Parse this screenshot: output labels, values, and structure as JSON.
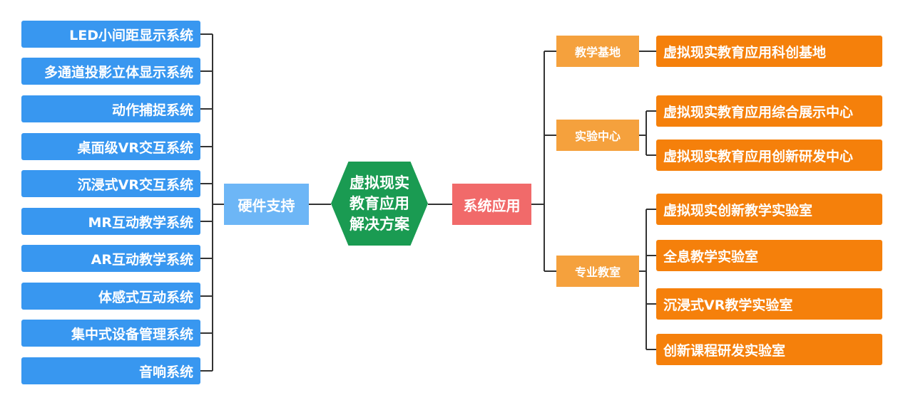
{
  "center": {
    "lines": [
      "虚拟现实",
      "教育应用",
      "解决方案"
    ]
  },
  "hardware": {
    "label": "硬件支持",
    "items": [
      "LED小间距显示系统",
      "多通道投影立体显示系统",
      "动作捕捉系统",
      "桌面级VR交互系统",
      "沉浸式VR交互系统",
      "MR互动教学系统",
      "AR互动教学系统",
      "体感式互动系统",
      "集中式设备管理系统",
      "音响系统"
    ]
  },
  "application": {
    "label": "系统应用",
    "categories": [
      {
        "label": "教学基地",
        "children": [
          "虚拟现实教育应用科创基地"
        ]
      },
      {
        "label": "实验中心",
        "children": [
          "虚拟现实教育应用综合展示中心",
          "虚拟现实教育应用创新研发中心"
        ]
      },
      {
        "label": "专业教室",
        "children": [
          "虚拟现实创新教学实验室",
          "全息教学实验室",
          "沉浸式VR教学实验室",
          "创新课程研发实验室"
        ]
      }
    ]
  },
  "colors": {
    "center": "#1a9b52",
    "hardware_branch": "#6db6f6",
    "hardware_items": "#3897f0",
    "application_branch": "#f16a6a",
    "categories": "#f5a13d",
    "leaves": "#f5800b",
    "connector": "#333333"
  }
}
